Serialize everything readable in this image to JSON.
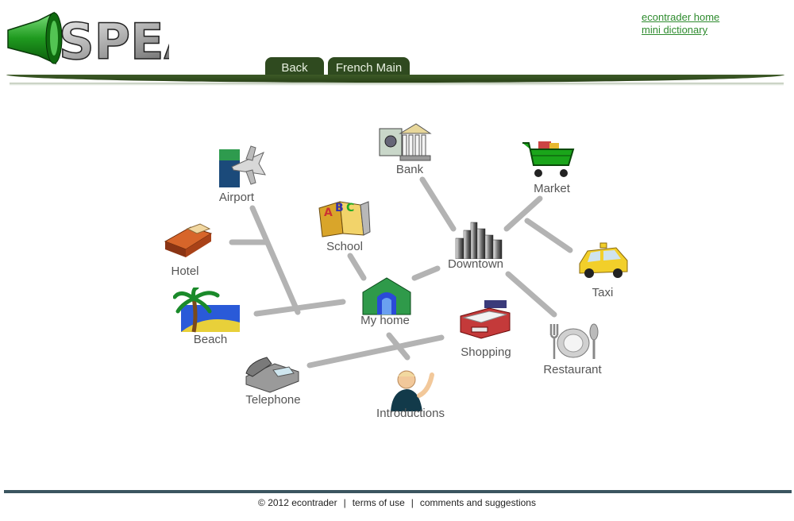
{
  "header": {
    "logo_text": "SPEAK",
    "links": [
      {
        "label": "econtrader home"
      },
      {
        "label": "mini dictionary"
      }
    ],
    "tabs": [
      {
        "label": "Back"
      },
      {
        "label": "French Main"
      }
    ]
  },
  "map": {
    "nodes": {
      "airport": {
        "label": "Airport",
        "icon": "airplane-icon"
      },
      "bank": {
        "label": "Bank",
        "icon": "bank-icon"
      },
      "market": {
        "label": "Market",
        "icon": "shopping-cart-icon"
      },
      "school": {
        "label": "School",
        "icon": "abc-blocks-icon"
      },
      "hotel": {
        "label": "Hotel",
        "icon": "bed-icon"
      },
      "downtown": {
        "label": "Downtown",
        "icon": "city-skyline-icon"
      },
      "taxi": {
        "label": "Taxi",
        "icon": "taxi-icon"
      },
      "home": {
        "label": "My home",
        "icon": "house-icon"
      },
      "beach": {
        "label": "Beach",
        "icon": "palm-tree-icon"
      },
      "shopping": {
        "label": "Shopping",
        "icon": "cash-register-icon"
      },
      "restaurant": {
        "label": "Restaurant",
        "icon": "plate-cutlery-icon"
      },
      "telephone": {
        "label": "Telephone",
        "icon": "telephone-icon"
      },
      "introductions": {
        "label": "Introductions",
        "icon": "waving-person-icon"
      }
    }
  },
  "footer": {
    "copyright": "© 2012 econtrader",
    "terms": "terms of use",
    "comments": "comments and suggestions",
    "separator": "|"
  }
}
